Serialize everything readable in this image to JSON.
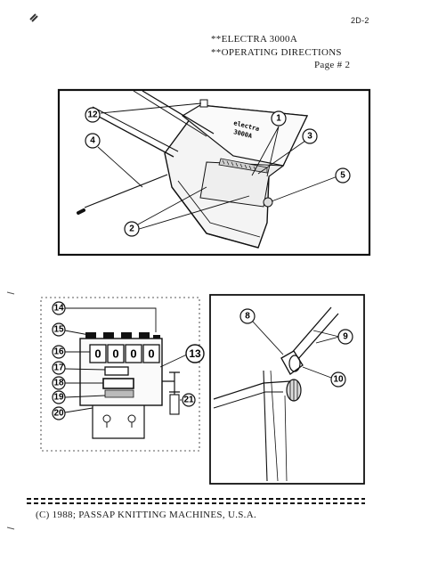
{
  "header": {
    "page_code": "2D-2",
    "title_line_1": "**ELECTRA   3000A",
    "title_line_2": "**OPERATING    DIRECTIONS",
    "page_number": "Page  # 2"
  },
  "figure_1": {
    "brand_line_1": "electra",
    "brand_line_2": "3000A",
    "callouts": [
      "12",
      "1",
      "3",
      "4",
      "5",
      "2"
    ]
  },
  "figure_2": {
    "counter_digits": [
      "0",
      "0",
      "0",
      "0"
    ],
    "callouts": [
      "14",
      "15",
      "16",
      "17",
      "18",
      "19",
      "20",
      "13",
      "21"
    ]
  },
  "figure_3": {
    "callouts": [
      "8",
      "9",
      "10"
    ]
  },
  "footer": {
    "copyright": "(C)  1988;  PASSAP   KNITTING   MACHINES,   U.S.A."
  }
}
